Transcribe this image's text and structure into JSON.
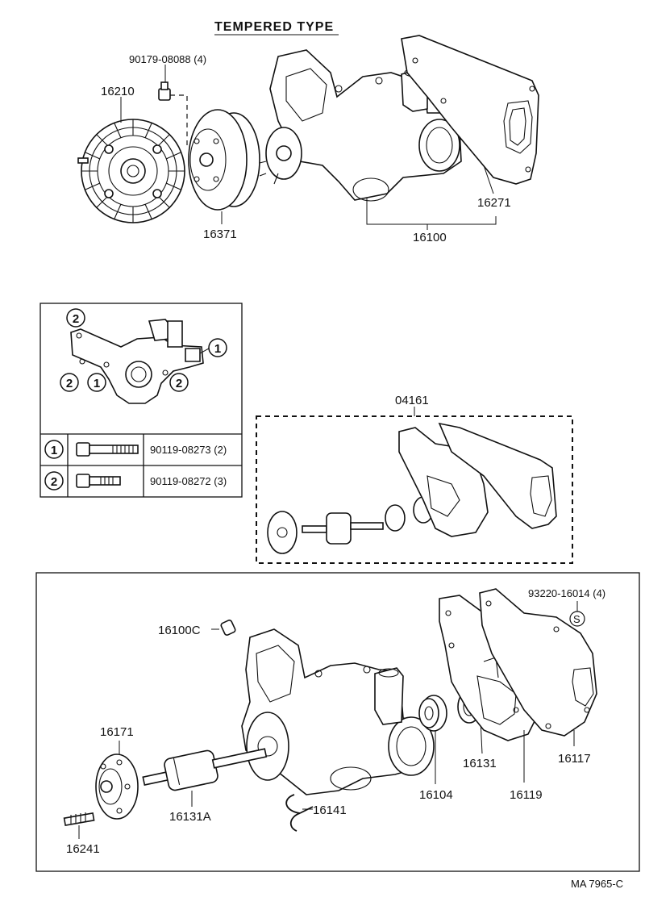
{
  "title": "TEMPERED TYPE",
  "drawing_code": "MA 7965-C",
  "top_section": {
    "labels": {
      "bolt": "90179-08088 (4)",
      "fan_clutch": "16210",
      "pulley": "16371",
      "pump_assy": "16100",
      "gasket": "16271"
    }
  },
  "legend": {
    "marker_1": "1",
    "marker_2": "2",
    "rows": [
      {
        "marker": "1",
        "part": "90119-08273 (2)"
      },
      {
        "marker": "2",
        "part": "90119-08272 (3)"
      }
    ]
  },
  "kit": {
    "label": "04161"
  },
  "bottom_section": {
    "labels": {
      "plug": "16100C",
      "ring_ref": "93220-16014 (4)",
      "ring_symbol": "S",
      "flange": "16171",
      "stud": "16241",
      "bearing": "16131A",
      "clip": "16141",
      "seal": "16104",
      "seat": "16131",
      "impeller": "16119",
      "gasket": "16117"
    }
  }
}
